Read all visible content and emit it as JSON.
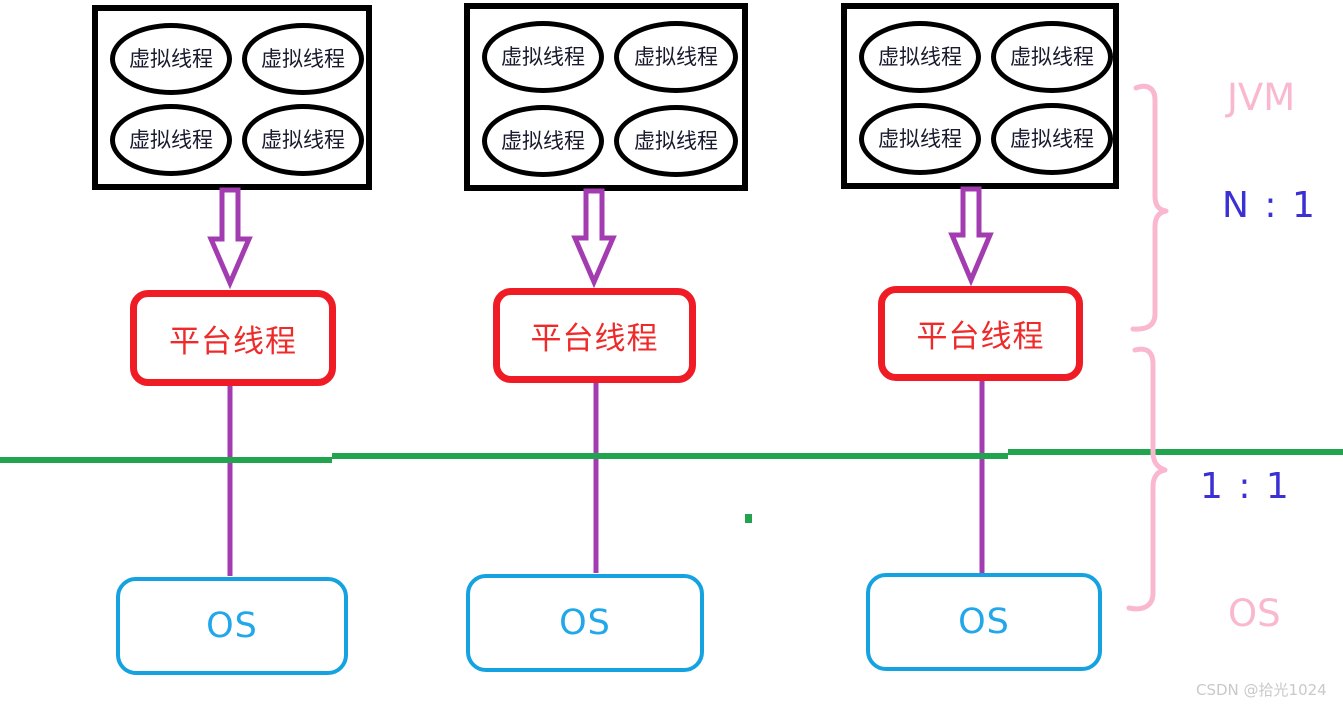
{
  "diagram": {
    "title": "JVM virtual threads to platform threads to OS threads mapping",
    "colors": {
      "jvm_box_border": "#000000",
      "virtual_thread_border": "#000000",
      "platform_thread": "#ef1c26",
      "os_box": "#15a2e0",
      "arrow": "#a23cb0",
      "connector": "#a23cb0",
      "divider_line": "#22a44e",
      "brace": "#f9b8cf",
      "label_jvm": "#f9b8cf",
      "label_os": "#f9b8cf",
      "ratio_text": "#3b30d4",
      "watermark": "#c9c9c9"
    },
    "jvm_groups": [
      {
        "id": "group-1",
        "virtual_threads": [
          "虚拟线程",
          "虚拟线程",
          "虚拟线程",
          "虚拟线程"
        ],
        "platform_thread": "平台线程",
        "os": "OS"
      },
      {
        "id": "group-2",
        "virtual_threads": [
          "虚拟线程",
          "虚拟线程",
          "虚拟线程",
          "虚拟线程"
        ],
        "platform_thread": "平台线程",
        "os": "OS"
      },
      {
        "id": "group-3",
        "virtual_threads": [
          "虚拟线程",
          "虚拟线程",
          "虚拟线程",
          "虚拟线程"
        ],
        "platform_thread": "平台线程",
        "os": "OS"
      }
    ],
    "annotations": {
      "jvm_label": "JVM",
      "os_label": "OS",
      "ratio_top": "N : 1",
      "ratio_bottom": "1 : 1"
    },
    "watermark": "CSDN @拾光1024"
  }
}
